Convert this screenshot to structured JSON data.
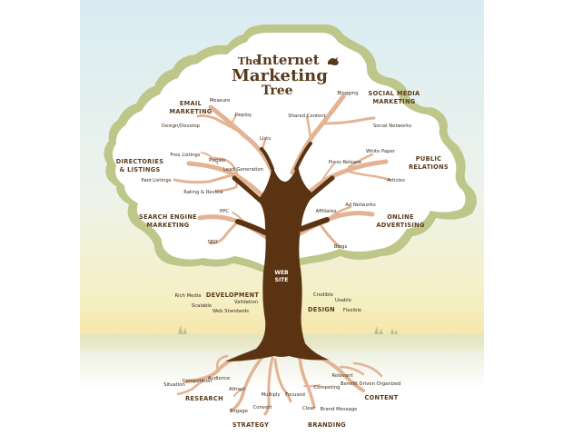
{
  "title": {
    "line1a": "The",
    "line1b": "Internet",
    "line2": "Marketing",
    "line3": "Tree"
  },
  "trunk_label": {
    "line1": "WEB",
    "line2": "SITE"
  },
  "colors": {
    "sky_top": "#d9ecf3",
    "sky_mid": "#f3f5e2",
    "sky_bottom": "#f6e3a1",
    "canopy_fill": "#ffffff",
    "canopy_border": "#bfc68a",
    "trunk": "#5a3412",
    "branch": "#e3b394",
    "label_text": "#3a2a1c",
    "category_text": "#5a3a1c"
  },
  "categories": {
    "email_marketing": {
      "line1": "EMAIL",
      "line2": "MARKETING"
    },
    "social_media": {
      "line1": "SOCIAL MEDIA",
      "line2": "MARKETING"
    },
    "directories": {
      "line1": "DIRECTORIES",
      "line2": "& LISTINGS"
    },
    "public_relations": {
      "line1": "PUBLIC",
      "line2": "RELATIONS"
    },
    "search_engine": {
      "line1": "SEARCH ENGINE",
      "line2": "MARKETING"
    },
    "online_advertising": {
      "line1": "ONLINE",
      "line2": "ADVERTISING"
    },
    "development": "DEVELOPMENT",
    "design": "DESIGN",
    "research": "RESEARCH",
    "strategy": "STRATEGY",
    "branding": "BRANDING",
    "content": "CONTENT"
  },
  "terms": {
    "measure": "Measure",
    "deploy": "Deploy",
    "design_develop": "Design/Develop",
    "lists": "Lists",
    "shared_content": "Shared Content",
    "blogging": "Blogging",
    "social_networks": "Social Networks",
    "free_listings": "Free Listings",
    "portals": "Portals",
    "lead_generation": "Lead Generation",
    "paid_listings": "Paid Listings",
    "rating_review": "Rating & Review",
    "press_release": "Press Release",
    "white_paper": "White Paper",
    "articles": "Articles",
    "ppc": "PPC",
    "seo": "SEO",
    "affiliates": "Affiliates",
    "ad_networks": "Ad Networks",
    "blogs": "Blogs",
    "rich_media": "Rich Media",
    "validation": "Validation",
    "scalable": "Scalable",
    "web_standards": "Web Standards",
    "credible": "Credible",
    "usable": "Usable",
    "flexible": "Flexible",
    "competition": "Competition",
    "audience": "Audience",
    "situation": "Situation",
    "attract": "Attract",
    "engage": "Engage",
    "convert": "Convert",
    "multiply": "Multiply",
    "focused": "Focused",
    "competing": "Competing",
    "clear": "Clear",
    "brand_message": "Brand Message",
    "relevant": "Relevant",
    "benefit_driven": "Benefit Driven",
    "organized": "Organized"
  }
}
